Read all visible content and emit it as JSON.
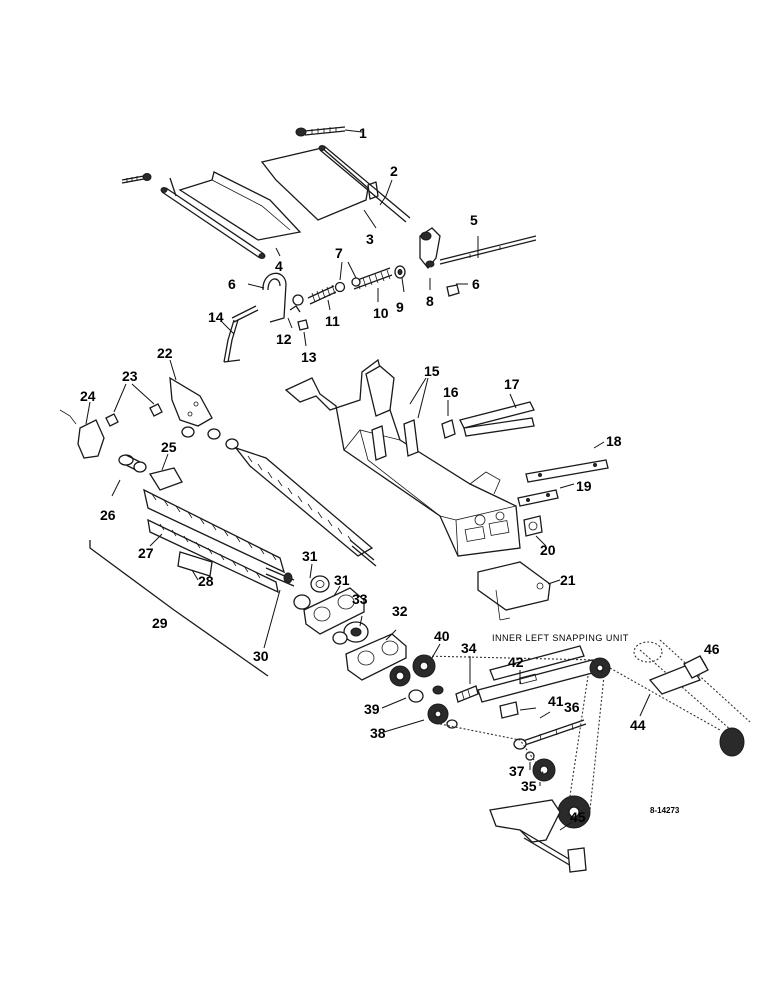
{
  "diagram": {
    "caption": "INNER LEFT SNAPPING UNIT",
    "reference_number": "8-14273",
    "callouts": [
      "1",
      "2",
      "3",
      "4",
      "5",
      "6",
      "6",
      "7",
      "8",
      "9",
      "10",
      "11",
      "12",
      "13",
      "14",
      "15",
      "16",
      "17",
      "18",
      "19",
      "20",
      "21",
      "22",
      "23",
      "24",
      "25",
      "26",
      "27",
      "28",
      "29",
      "30",
      "31",
      "31",
      "32",
      "33",
      "34",
      "35",
      "36",
      "37",
      "38",
      "39",
      "40",
      "41",
      "42",
      "44",
      "45",
      "46"
    ]
  }
}
